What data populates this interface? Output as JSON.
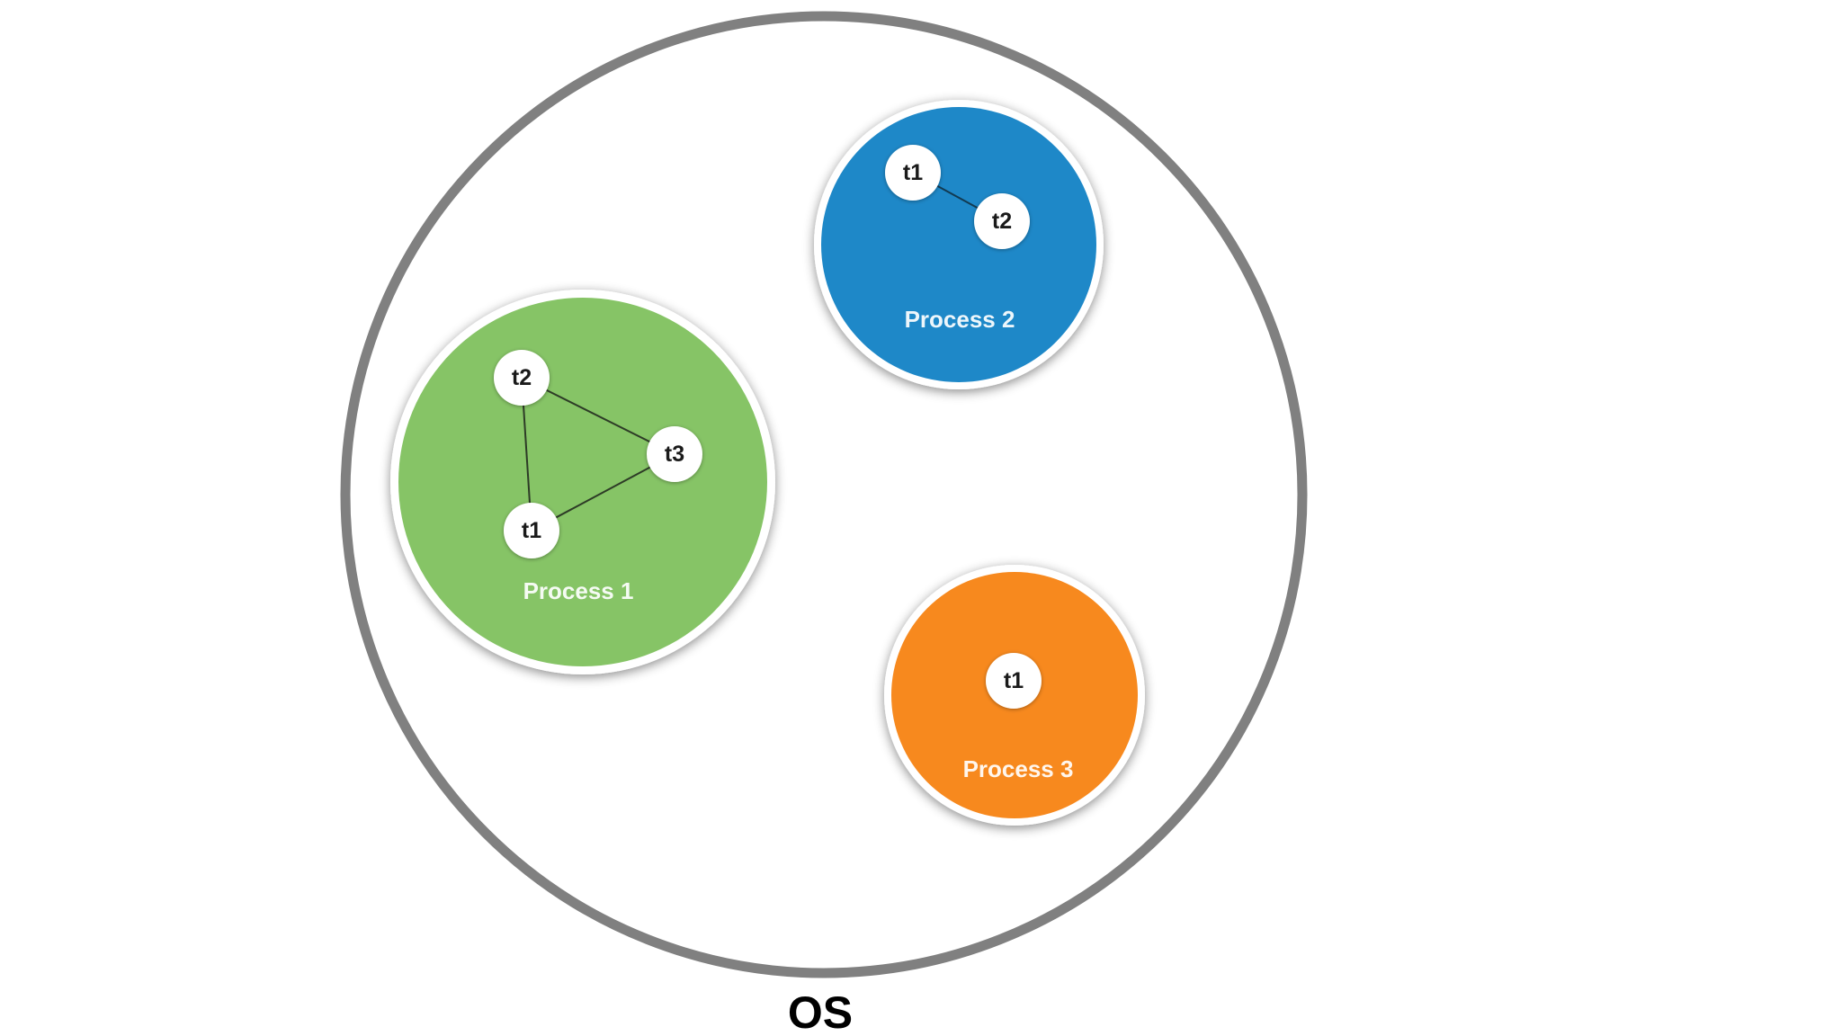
{
  "os": {
    "label": "OS",
    "border_color": "#808080"
  },
  "processes": [
    {
      "label": "Process 1",
      "color": "#86c466",
      "threads": [
        "t2",
        "t3",
        "t1"
      ],
      "links": [
        [
          "t2",
          "t3"
        ],
        [
          "t2",
          "t1"
        ],
        [
          "t1",
          "t3"
        ]
      ]
    },
    {
      "label": "Process 2",
      "color": "#1e88c8",
      "threads": [
        "t1",
        "t2"
      ],
      "links": [
        [
          "t1",
          "t2"
        ]
      ]
    },
    {
      "label": "Process 3",
      "color": "#f7891e",
      "threads": [
        "t1"
      ],
      "links": []
    }
  ]
}
